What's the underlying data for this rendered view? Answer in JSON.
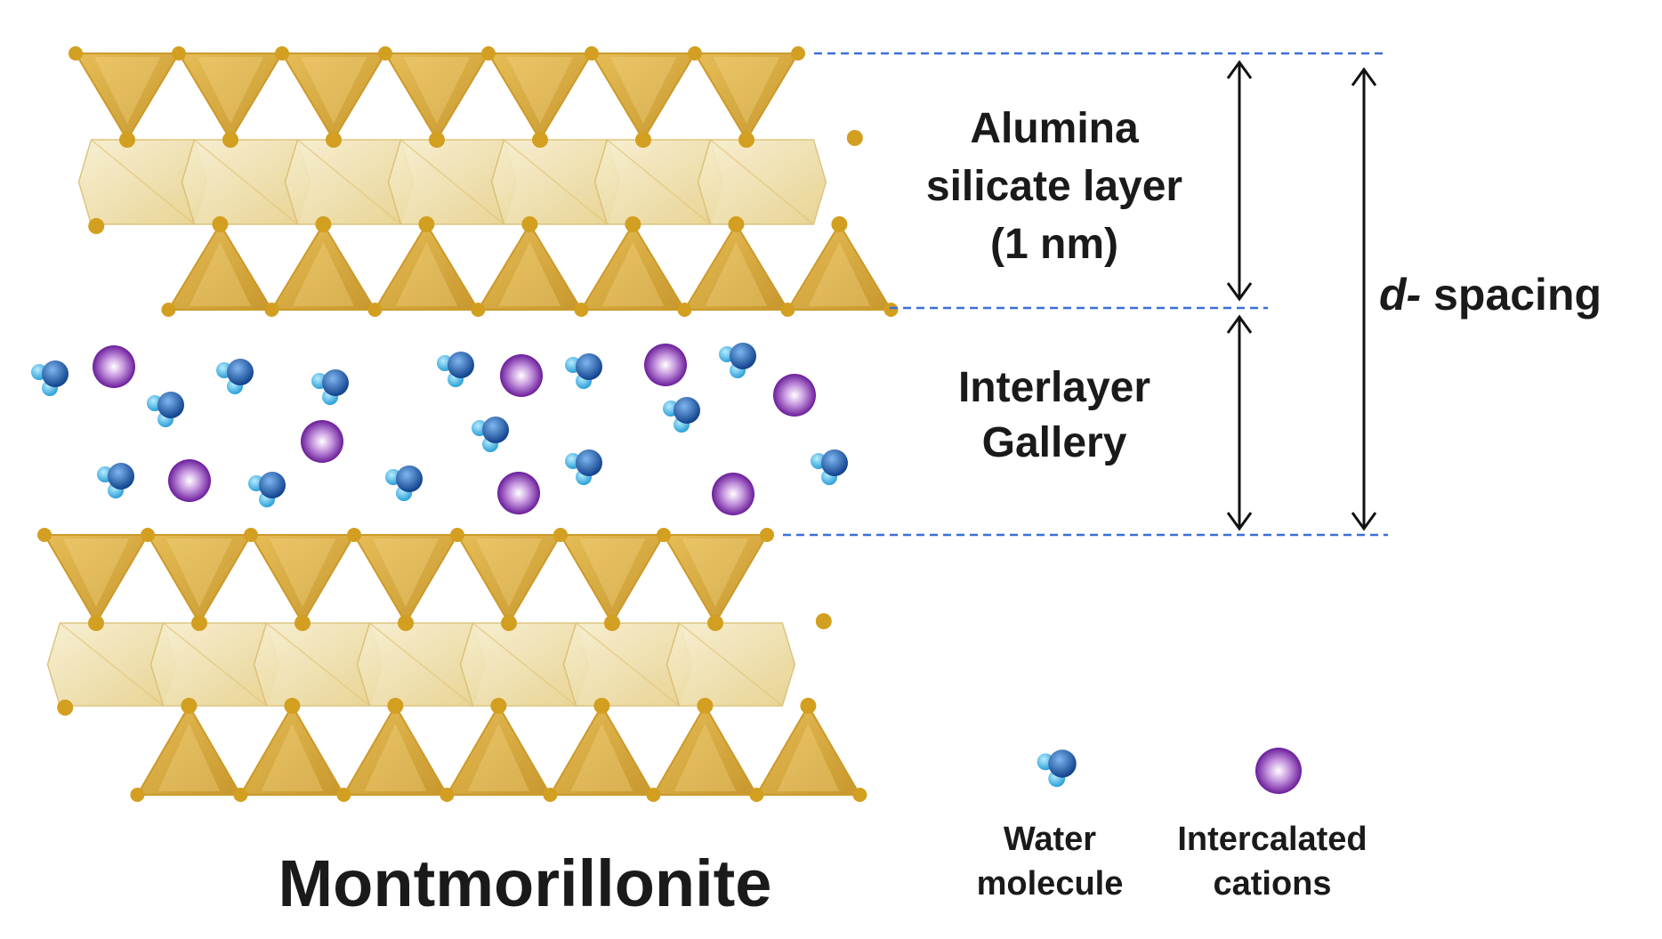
{
  "labels": {
    "alumina_line1": "Alumina",
    "alumina_line2": "silicate layer",
    "alumina_line3": "(1 nm)",
    "gallery_line1": "Interlayer",
    "gallery_line2": "Gallery",
    "dspacing_prefix": "d-",
    "dspacing_suffix": " spacing",
    "title": "Montmorillonite"
  },
  "legend": {
    "water_line1": "Water",
    "water_line2": "molecule",
    "cation_line1": "Intercalated",
    "cation_line2": "cations"
  },
  "colors": {
    "tetra_fill": "#d9a832",
    "tetra_dark": "#c8921a",
    "octa_fill": "#f1e4b9",
    "node": "#d39f20",
    "dashed_line": "#3a6fd8",
    "arrow": "#111111",
    "water_blue": "#1d5fb0",
    "water_cyan": "#3fb3e6",
    "cation_purple": "#7b2aa8"
  }
}
